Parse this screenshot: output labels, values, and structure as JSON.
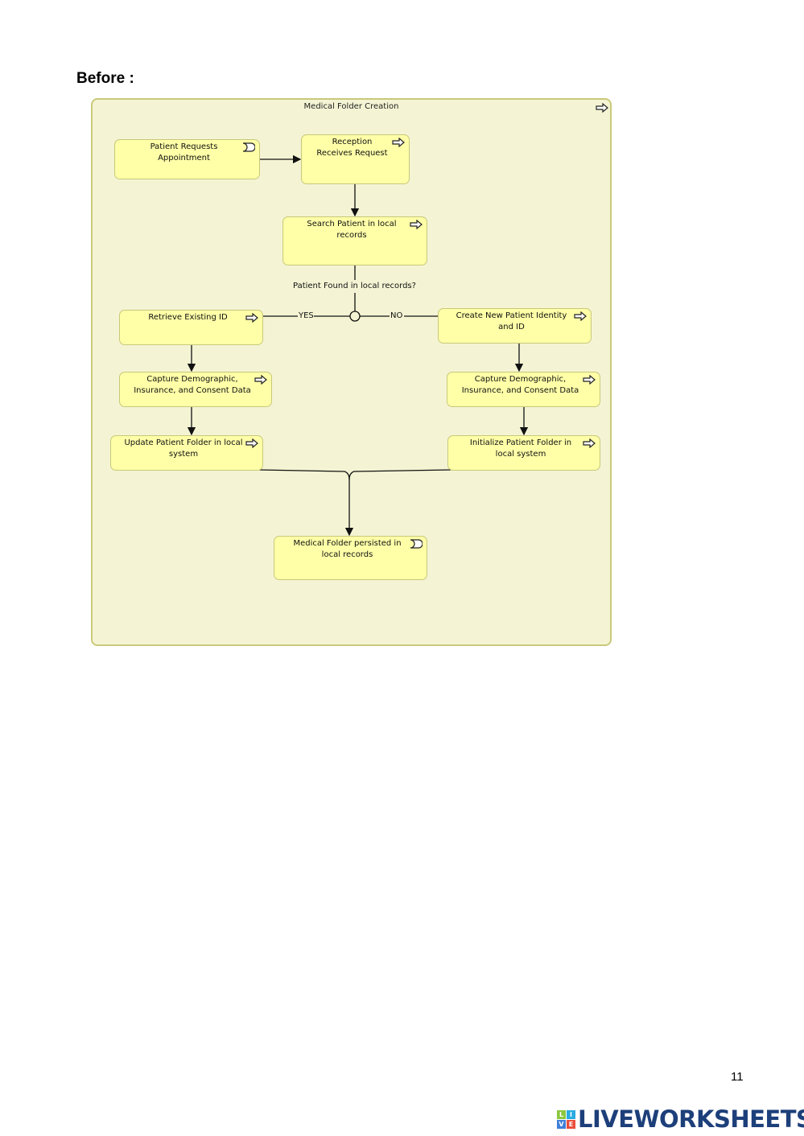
{
  "heading": "Before :",
  "diagram": {
    "title": "Medical Folder Creation",
    "nodes": {
      "patient_requests": "Patient Requests Appointment",
      "reception_receives": "Reception Receives Request",
      "search_patient": "Search Patient in local records",
      "retrieve_id": "Retrieve Existing ID",
      "create_identity": "Create New Patient Identity and ID",
      "capture_left": "Capture Demographic, Insurance, and Consent Data",
      "capture_right": "Capture Demographic, Insurance, and Consent Data",
      "update_folder": "Update Patient Folder in local system",
      "initialize_folder": "Initialize Patient Folder in local system",
      "folder_persisted": "Medical Folder persisted in local records"
    },
    "decision": "Patient Found in local records?",
    "yes": "YES",
    "no": "NO"
  },
  "page_number": "11",
  "logo": {
    "text": "LIVEWORKSHEETS",
    "letters": [
      "L",
      "I",
      "V",
      "E"
    ],
    "colors": [
      "#8cc63f",
      "#29abe2",
      "#3f7fd9",
      "#e94e3c"
    ]
  }
}
